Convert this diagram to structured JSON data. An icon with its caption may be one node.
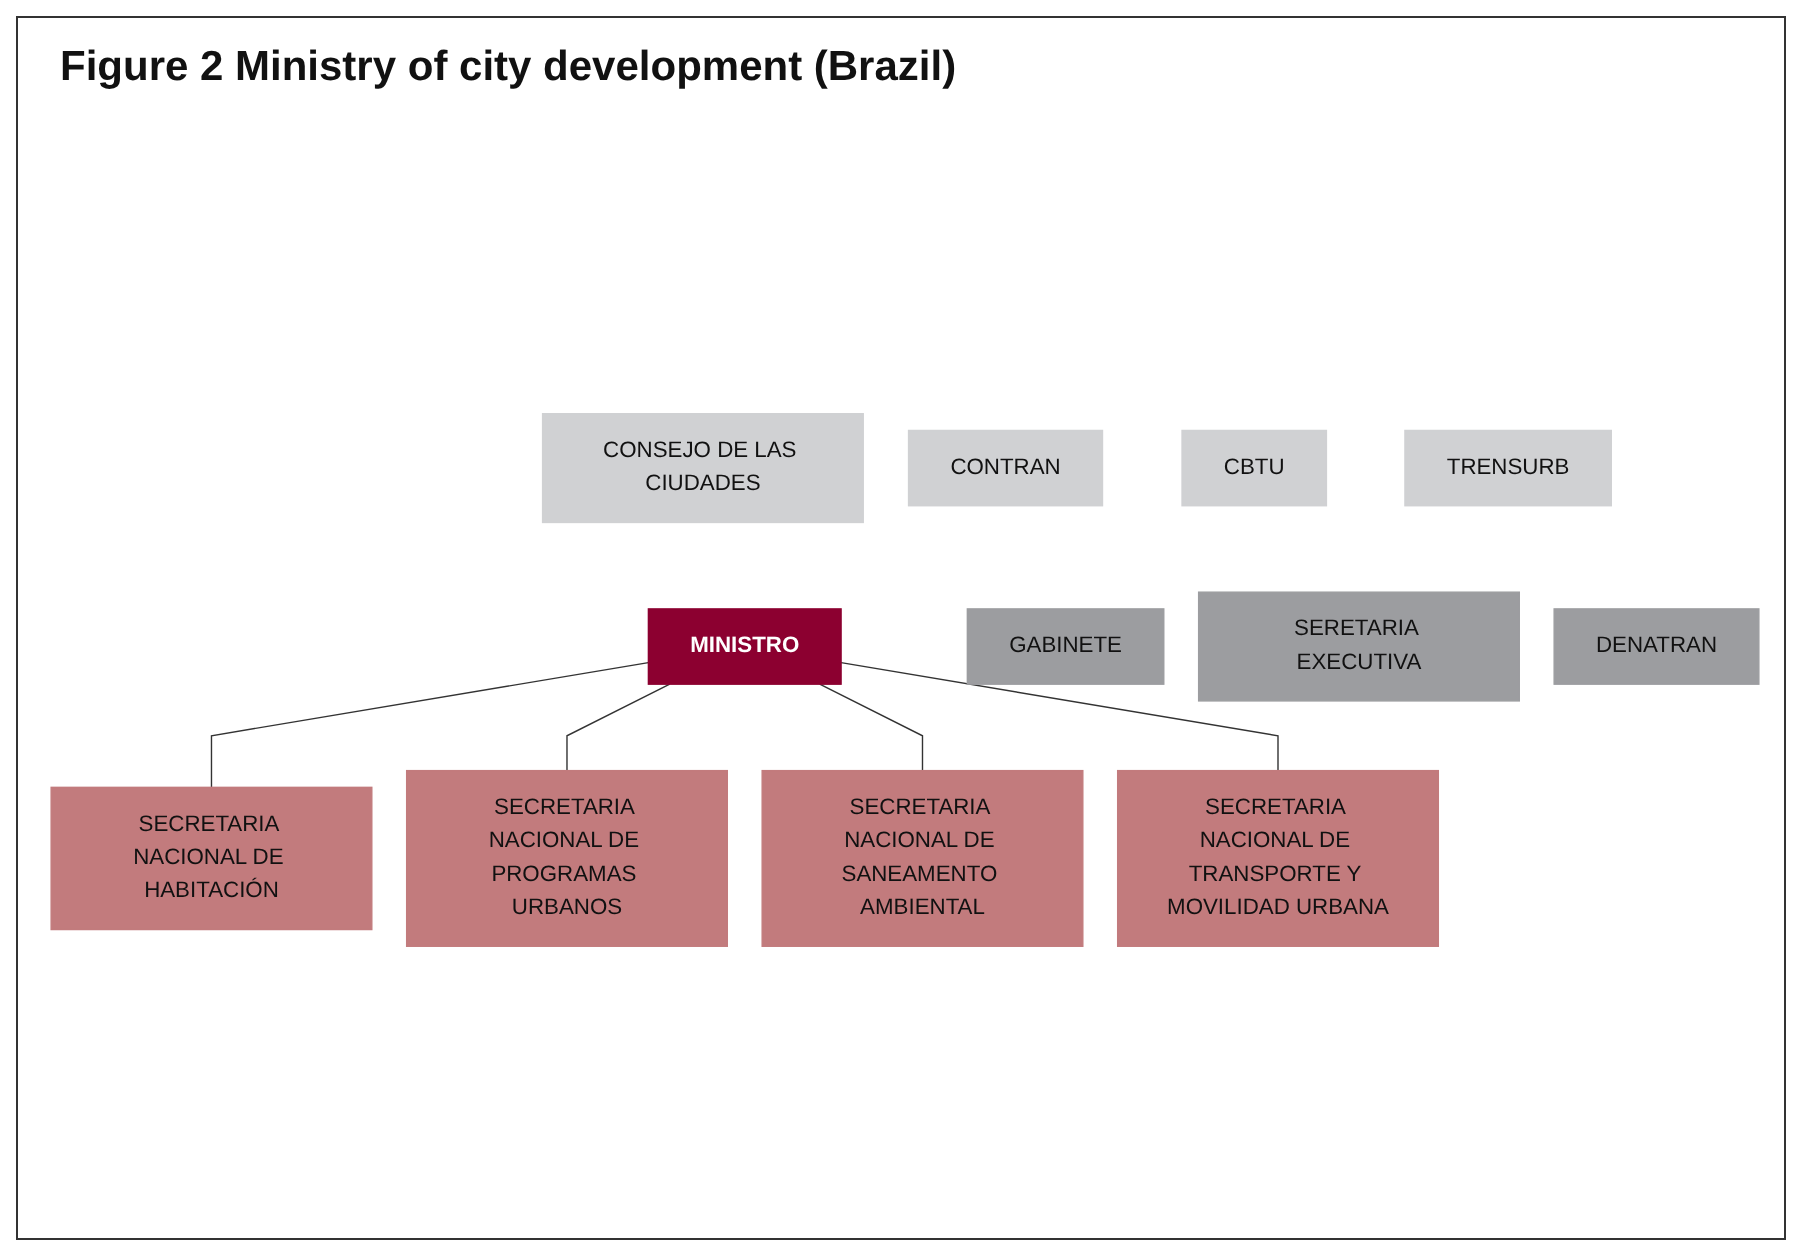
{
  "diagram": {
    "title": "Figure 2 Ministry of city development (Brazil)",
    "nodes": [
      {
        "text": [
          "CONSEJO DE LAS CIUDADES"
        ]
      },
      {
        "text": [
          "CONTRAN"
        ]
      },
      {
        "text": [
          "MINISTRO"
        ]
      },
      {
        "text": [
          "CBTU"
        ]
      },
      {
        "text": [
          "TRENSURB"
        ]
      },
      {
        "text": [
          "GABINETE"
        ]
      },
      {
        "text": [
          "SERETARIA EXECUTIVA"
        ]
      },
      {
        "text": [
          "DENATRAN"
        ]
      },
      {
        "text": [
          "SECRETARIA NACIONAL DE HABITACIÓN"
        ]
      },
      {
        "text": [
          "SECRETARIA NACIONAL DE PROGRAMAS URBANOS"
        ]
      },
      {
        "text": [
          "SECRETARIA NACIONAL DE SANEAMENTO AMBIENTAL"
        ]
      },
      {
        "text": [
          "SECRETARIA NACIONAL DE TRANSPORTE Y MOVILIDAD URBANA"
        ]
      }
    ],
    "edges": [
      {
        "from": 2,
        "to": 8,
        "arrow": "none"
      },
      {
        "from": 2,
        "to": 9,
        "arrow": "none"
      },
      {
        "from": 2,
        "to": 10,
        "arrow": "none"
      },
      {
        "from": 2,
        "to": 11,
        "arrow": "none"
      }
    ]
  }
}
